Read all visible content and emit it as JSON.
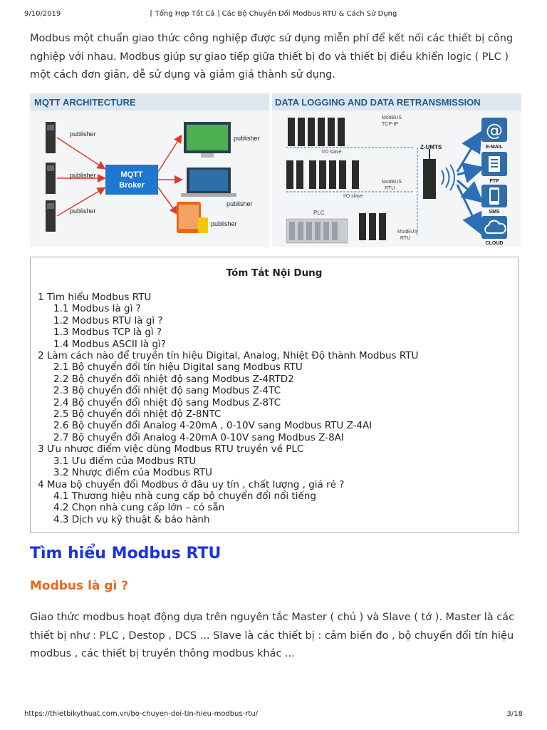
{
  "print_header": {
    "date": "9/10/2019",
    "title": "[ Tổng Hợp Tất Cả ] Các Bộ Chuyển Đổi Modbus RTU & Cách Sử Dụng"
  },
  "intro_text": "Modbus một chuẩn giao thức công nghiệp được sử dụng miễn phí để kết nối các thiết bị công nghiệp với nhau. Modbus giúp sự giao tiếp giữa thiết bị đo và thiết bị điều khiển logic ( PLC ) một cách đơn giản, dễ sử dụng và giảm giá thành sử dụng.",
  "figure": {
    "left_title": "MQTT ARCHITECTURE",
    "right_title": "DATA LOGGING AND DATA RETRANSMISSION",
    "publisher_label": "publisher",
    "broker_line1": "MQTT",
    "broker_line2": "Broker",
    "modbus_tcp_label1": "ModBUS",
    "modbus_tcp_label2": "TCP-IP",
    "modbus_rtu_label1": "ModBUS",
    "modbus_rtu_label2": "RTU",
    "io_slave": "I/O slave",
    "plc_label": "PLC",
    "zumts_label": "Z-UMTS",
    "email_label": "E-MAIL",
    "ftp_label": "FTP",
    "sms_label": "SMS",
    "cloud_label": "CLOUD",
    "colors": {
      "header_bg": "#dfe7ee",
      "header_text": "#1f5a8c",
      "broker": "#1e77d0",
      "arrow_red": "#e03a2a",
      "arrow_blue": "#2a6fb8",
      "icon_blue": "#2f6ea8"
    }
  },
  "toc": {
    "title": "Tóm Tắt Nội Dung",
    "items": [
      {
        "level": 1,
        "text": "1 Tìm hiểu Modbus RTU"
      },
      {
        "level": 2,
        "text": "1.1 Modbus là gì ?"
      },
      {
        "level": 2,
        "text": "1.2 Modbus RTU là gì ?"
      },
      {
        "level": 2,
        "text": "1.3 Modbus TCP là gì ?"
      },
      {
        "level": 2,
        "text": "1.4 Modbus ASCII là gì?"
      },
      {
        "level": 1,
        "text": "2 Làm cách nào để truyền tín hiệu Digital, Analog, Nhiệt Độ thành Modbus RTU"
      },
      {
        "level": 2,
        "text": "2.1 Bộ chuyển đổi tín hiệu Digital sang Modbus RTU"
      },
      {
        "level": 2,
        "text": "2.2 Bộ chuyển đổi nhiệt độ sang Modbus Z-4RTD2"
      },
      {
        "level": 2,
        "text": "2.3 Bộ chuyển đổi nhiệt độ sang Modbus Z-4TC"
      },
      {
        "level": 2,
        "text": "2.4 Bộ chuyển đổi nhiệt độ sang Modbus Z-8TC"
      },
      {
        "level": 2,
        "text": "2.5 Bộ chuyển đổi nhiệt độ Z-8NTC"
      },
      {
        "level": 2,
        "text": "2.6 Bộ chuyển đổi Analog 4-20mA , 0-10V sang Modbus RTU Z-4AI"
      },
      {
        "level": 2,
        "text": "2.7 Bộ chuyển đổi Analog 4-20mA 0-10V sang Modbus Z-8AI"
      },
      {
        "level": 1,
        "text": "3 Ưu nhược điểm việc dùng Modbus RTU truyền về PLC"
      },
      {
        "level": 2,
        "text": "3.1 Ưu điểm của Modbus RTU"
      },
      {
        "level": 2,
        "text": "3.2 Nhược điểm của Modbus RTU"
      },
      {
        "level": 1,
        "text": "4 Mua bộ chuyển đổi Modbus ở đâu uy tín , chất lượng , giá rẻ ?"
      },
      {
        "level": 2,
        "text": "4.1 Thương hiệu nhà cung cấp bộ chuyển đổi nổi tiếng"
      },
      {
        "level": 2,
        "text": "4.2 Chọn nhà cung cấp lớn – có sẵn"
      },
      {
        "level": 2,
        "text": "4.3 Dịch vụ kỹ thuật & bảo hành"
      }
    ]
  },
  "section_heading": "Tìm hiểu Modbus RTU",
  "subsection_heading": "Modbus là gì ?",
  "body_text": "Giao thức modbus hoạt động dựa trên nguyên tắc Master ( chủ ) và Slave ( tớ ). Master là các thiết bị như : PLC , Destop , DCS ... Slave là các thiết bị : cảm biến đo , bộ chuyển đổi tín hiệu modbus , các thiết bị truyền thông modbus khác ...",
  "print_footer": {
    "url": "https://thietbikythuat.com.vn/bo-chuyen-doi-tin-hieu-modbus-rtu/",
    "page": "3/18"
  }
}
